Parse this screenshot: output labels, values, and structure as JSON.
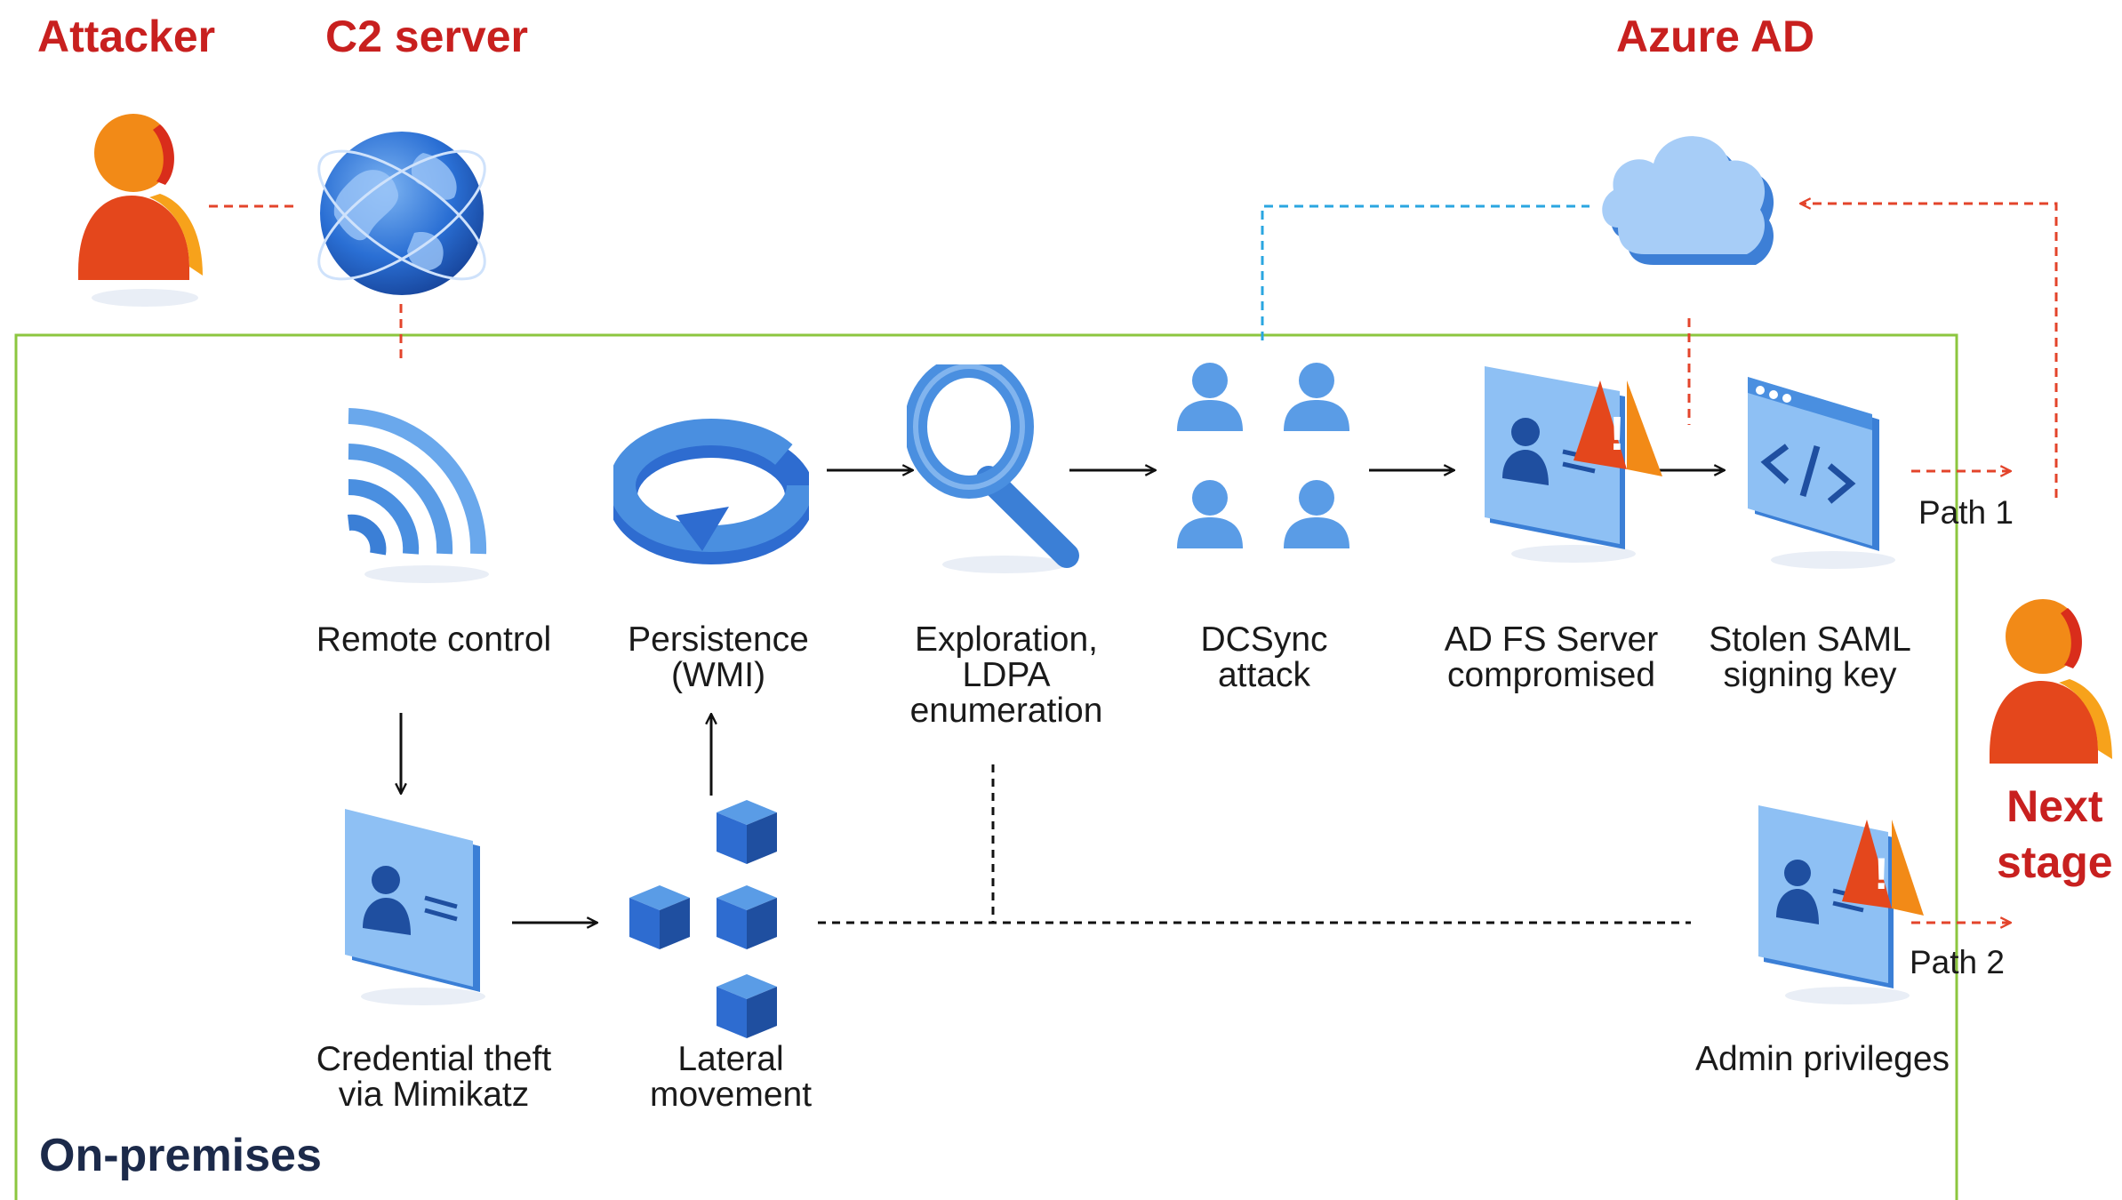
{
  "headers": {
    "attacker": "Attacker",
    "c2_server": "C2 server",
    "azure_ad": "Azure AD"
  },
  "zone": {
    "label": "On-premises",
    "border_color": "#8cc63f"
  },
  "steps": {
    "remote_control": [
      "Remote control"
    ],
    "persistence": [
      "Persistence",
      "(WMI)"
    ],
    "exploration": [
      "Exploration,",
      "LDPA",
      "enumeration"
    ],
    "dcsync": [
      "DCSync",
      "attack"
    ],
    "adfs": [
      "AD FS Server",
      "compromised"
    ],
    "saml": [
      "Stolen SAML",
      "signing key"
    ],
    "credential": [
      "Credential theft",
      "via Mimikatz"
    ],
    "lateral": [
      "Lateral",
      "movement"
    ],
    "admin": [
      "Admin privileges"
    ]
  },
  "paths": {
    "path1": "Path 1",
    "path2": "Path 2"
  },
  "next_stage": [
    "Next",
    "stage"
  ],
  "icons": {
    "attacker": "attacker-person-icon",
    "c2": "globe-icon",
    "azure": "cloud-icon",
    "remote": "signal-wave-icon",
    "persistence": "circular-arrow-icon",
    "exploration": "magnifier-icon",
    "dcsync": "users-group-icon",
    "adfs": "id-card-warning-icon",
    "saml": "code-window-icon",
    "credential": "id-card-icon",
    "lateral": "cubes-icon",
    "admin": "id-card-warning-icon",
    "next": "attacker-person-icon"
  },
  "colors": {
    "accent_red": "#c8201f",
    "icon_blue": "#4a8fe0",
    "dark_navy": "#1c2a4a",
    "dashed_red": "#e3442b",
    "dashed_blue": "#2aa6e0"
  }
}
